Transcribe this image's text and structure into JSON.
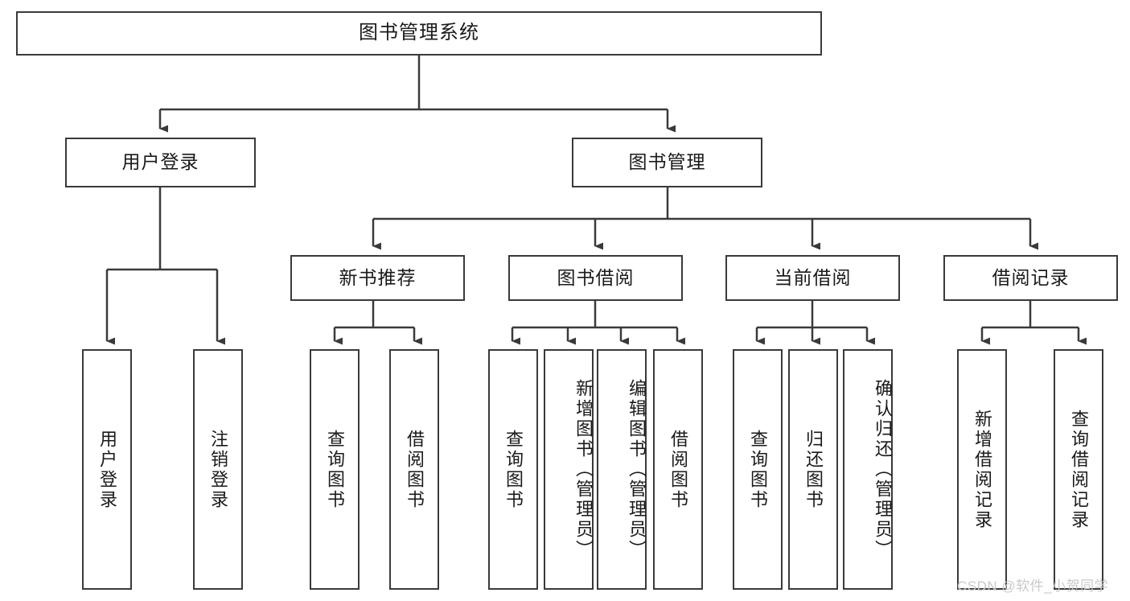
{
  "diagram": {
    "title": "图书管理系统",
    "type": "hierarchy-tree",
    "root": {
      "label": "图书管理系统"
    },
    "level1": [
      {
        "label": "用户登录"
      },
      {
        "label": "图书管理"
      }
    ],
    "level2": [
      {
        "label": "新书推荐",
        "parent": "图书管理"
      },
      {
        "label": "图书借阅",
        "parent": "图书管理"
      },
      {
        "label": "当前借阅",
        "parent": "图书管理"
      },
      {
        "label": "借阅记录",
        "parent": "图书管理"
      }
    ],
    "leaves": {
      "user_login": [
        {
          "label": "用户登录"
        },
        {
          "label": "注销登录"
        }
      ],
      "new_book_recommend": [
        {
          "label": "查询图书"
        },
        {
          "label": "借阅图书"
        }
      ],
      "book_borrow": [
        {
          "label": "查询图书"
        },
        {
          "label": "新增图书（管理员）"
        },
        {
          "label": "编辑图书（管理员）"
        },
        {
          "label": "借阅图书"
        }
      ],
      "current_borrow": [
        {
          "label": "查询图书"
        },
        {
          "label": "归还图书"
        },
        {
          "label": "确认归还（管理员）"
        }
      ],
      "borrow_record": [
        {
          "label": "新增借阅记录"
        },
        {
          "label": "查询借阅记录"
        }
      ]
    }
  },
  "watermark": {
    "text": "CSDN @软件_小贺同学"
  },
  "colors": {
    "line": "#3a3a3a",
    "node_fill": "#ffffff",
    "text": "#1a1a1a",
    "watermark": "#c9c9c9",
    "background": "#ffffff"
  }
}
